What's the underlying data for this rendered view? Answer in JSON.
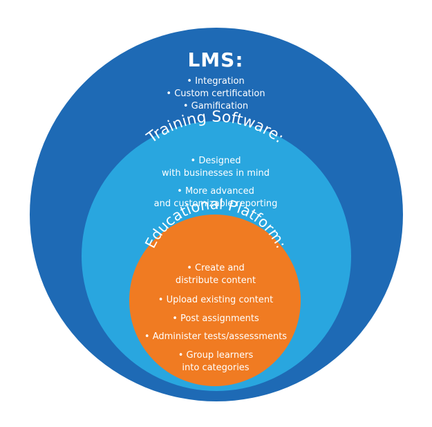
{
  "colors": {
    "lms": "#1e6ab5",
    "training": "#29a6df",
    "platform": "#f07b22",
    "text": "#ffffff"
  },
  "lms": {
    "title": "LMS:",
    "items": [
      "• Integration",
      "• Custom certification",
      "• Gamification"
    ]
  },
  "training": {
    "title": "Training Software:",
    "items": [
      [
        "• Designed",
        "with businesses in mind"
      ],
      [
        "• More advanced",
        "and customizable reporting"
      ]
    ]
  },
  "platform": {
    "title": "Educational Platform:",
    "items": [
      [
        "• Create and",
        "distribute content"
      ],
      [
        "• Upload existing content"
      ],
      [
        "• Post assignments"
      ],
      [
        "• Administer tests/assessments"
      ],
      [
        "• Group learners",
        "into categories"
      ]
    ]
  }
}
